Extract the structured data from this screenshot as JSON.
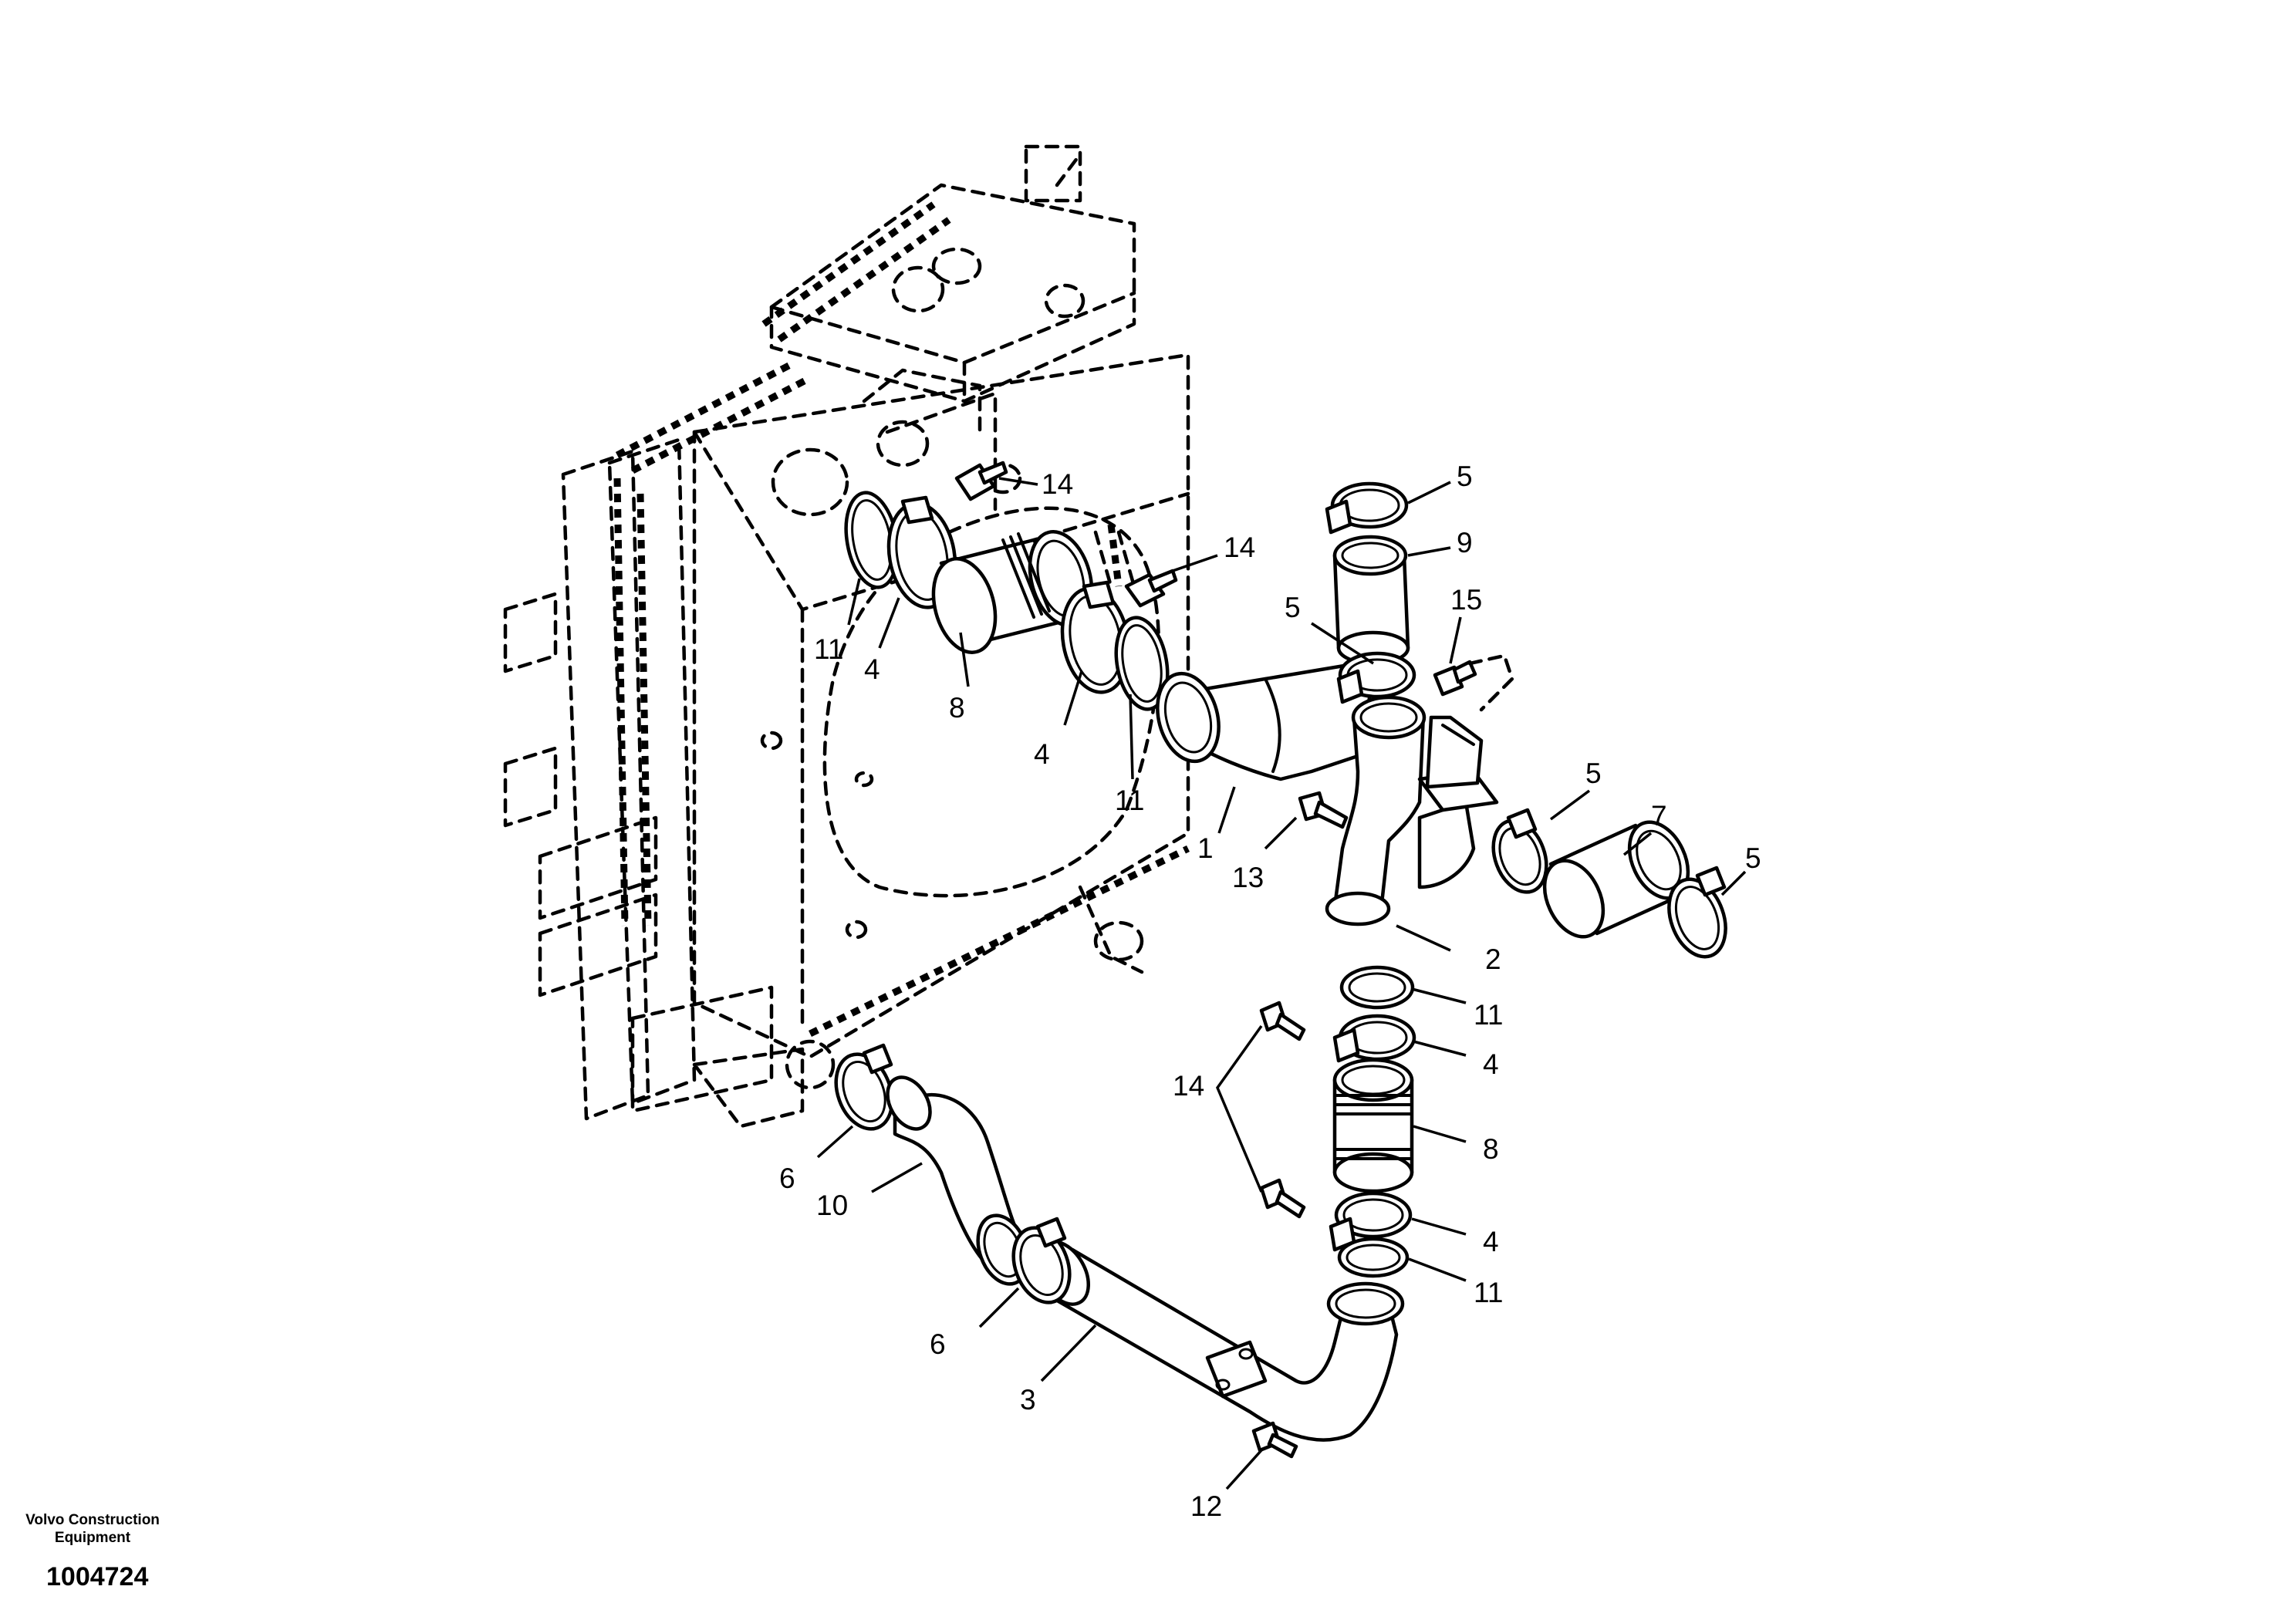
{
  "callouts": [
    "1",
    "2",
    "3",
    "4",
    "5",
    "6",
    "7",
    "8",
    "9",
    "10",
    "11",
    "12",
    "13",
    "14",
    "15"
  ],
  "footer": {
    "company_line1": "Volvo Construction",
    "company_line2": "Equipment",
    "drawing_number": "1004724"
  }
}
